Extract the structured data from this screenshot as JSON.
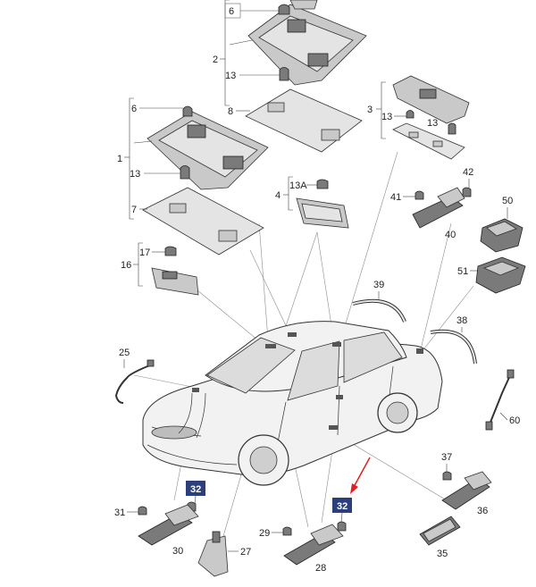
{
  "callouts": {
    "c1": "1",
    "c2": "2",
    "c3": "3",
    "c4": "4",
    "c6a": "6",
    "c6b": "6",
    "c7": "7",
    "c8": "8",
    "c13a": "13",
    "c13b": "13",
    "c13c": "13",
    "c13d": "13",
    "c13A": "13A",
    "c16": "16",
    "c17": "17",
    "c25": "25",
    "c27": "27",
    "c28": "28",
    "c29": "29",
    "c30": "30",
    "c31": "31",
    "c32a": "32",
    "c32b": "32",
    "c35": "35",
    "c36": "36",
    "c37": "37",
    "c38": "38",
    "c39": "39",
    "c40": "40",
    "c41": "41",
    "c42": "42",
    "c50": "50",
    "c51": "51",
    "c60": "60"
  },
  "colors": {
    "highlight_box": "#2b3f7a",
    "arrow": "#e02020"
  }
}
